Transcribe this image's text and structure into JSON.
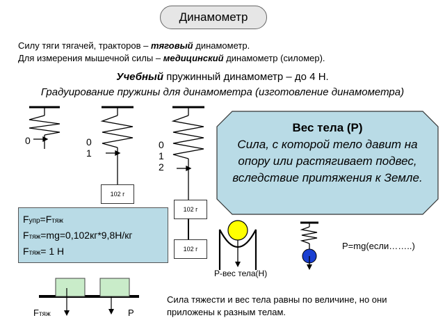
{
  "title": "Динамометр",
  "intro": {
    "line1_pre": "Силу тяги тягачей, тракторов – ",
    "line1_em": "тяговый",
    "line1_post": " динамометр.",
    "line2_pre": "Для измерения мышечной силы – ",
    "line2_em": "медицинский",
    "line2_post": " динамометр (силомер)."
  },
  "training": {
    "em": "Учебный",
    "rest": " пружинный динамометр – до 4 Н.",
    "subtitle": "Градуирование пружины для динамометра (изготовление динамометра)"
  },
  "springs": {
    "s1_scale": [
      "0"
    ],
    "s2_scale": [
      "0",
      "1"
    ],
    "s3_scale": [
      "0",
      "1",
      "2"
    ],
    "weight_label": "102 г"
  },
  "definition": {
    "title": "Вес тела (Р)",
    "text": "Сила, с которой тело давит на опору или растягивает подвес, вследствие притяжения к  Земле.",
    "fill": "#b9dbe6"
  },
  "formulas": {
    "f1_a": "F",
    "f1_a_sub": "упр",
    "f1_b": "=F",
    "f1_b_sub": "тяж",
    "f2_a": "F",
    "f2_a_sub": "тяж",
    "f2_b": "=mg=0,102кг*9,8Н/кг",
    "f3_a": "F",
    "f3_a_sub": "тяж",
    "f3_b": "= 1 Н"
  },
  "weight_formula": "P=mg(если……..)",
  "weight_label": "Р-вес тела(Н)",
  "bottom": {
    "f_main": "F",
    "f_sub": "тяж",
    "p_label": "P",
    "block_color": "#c9ecc9",
    "conclusion": "Сила тяжести и вес тела равны по величине, но они приложены к разным телам."
  }
}
